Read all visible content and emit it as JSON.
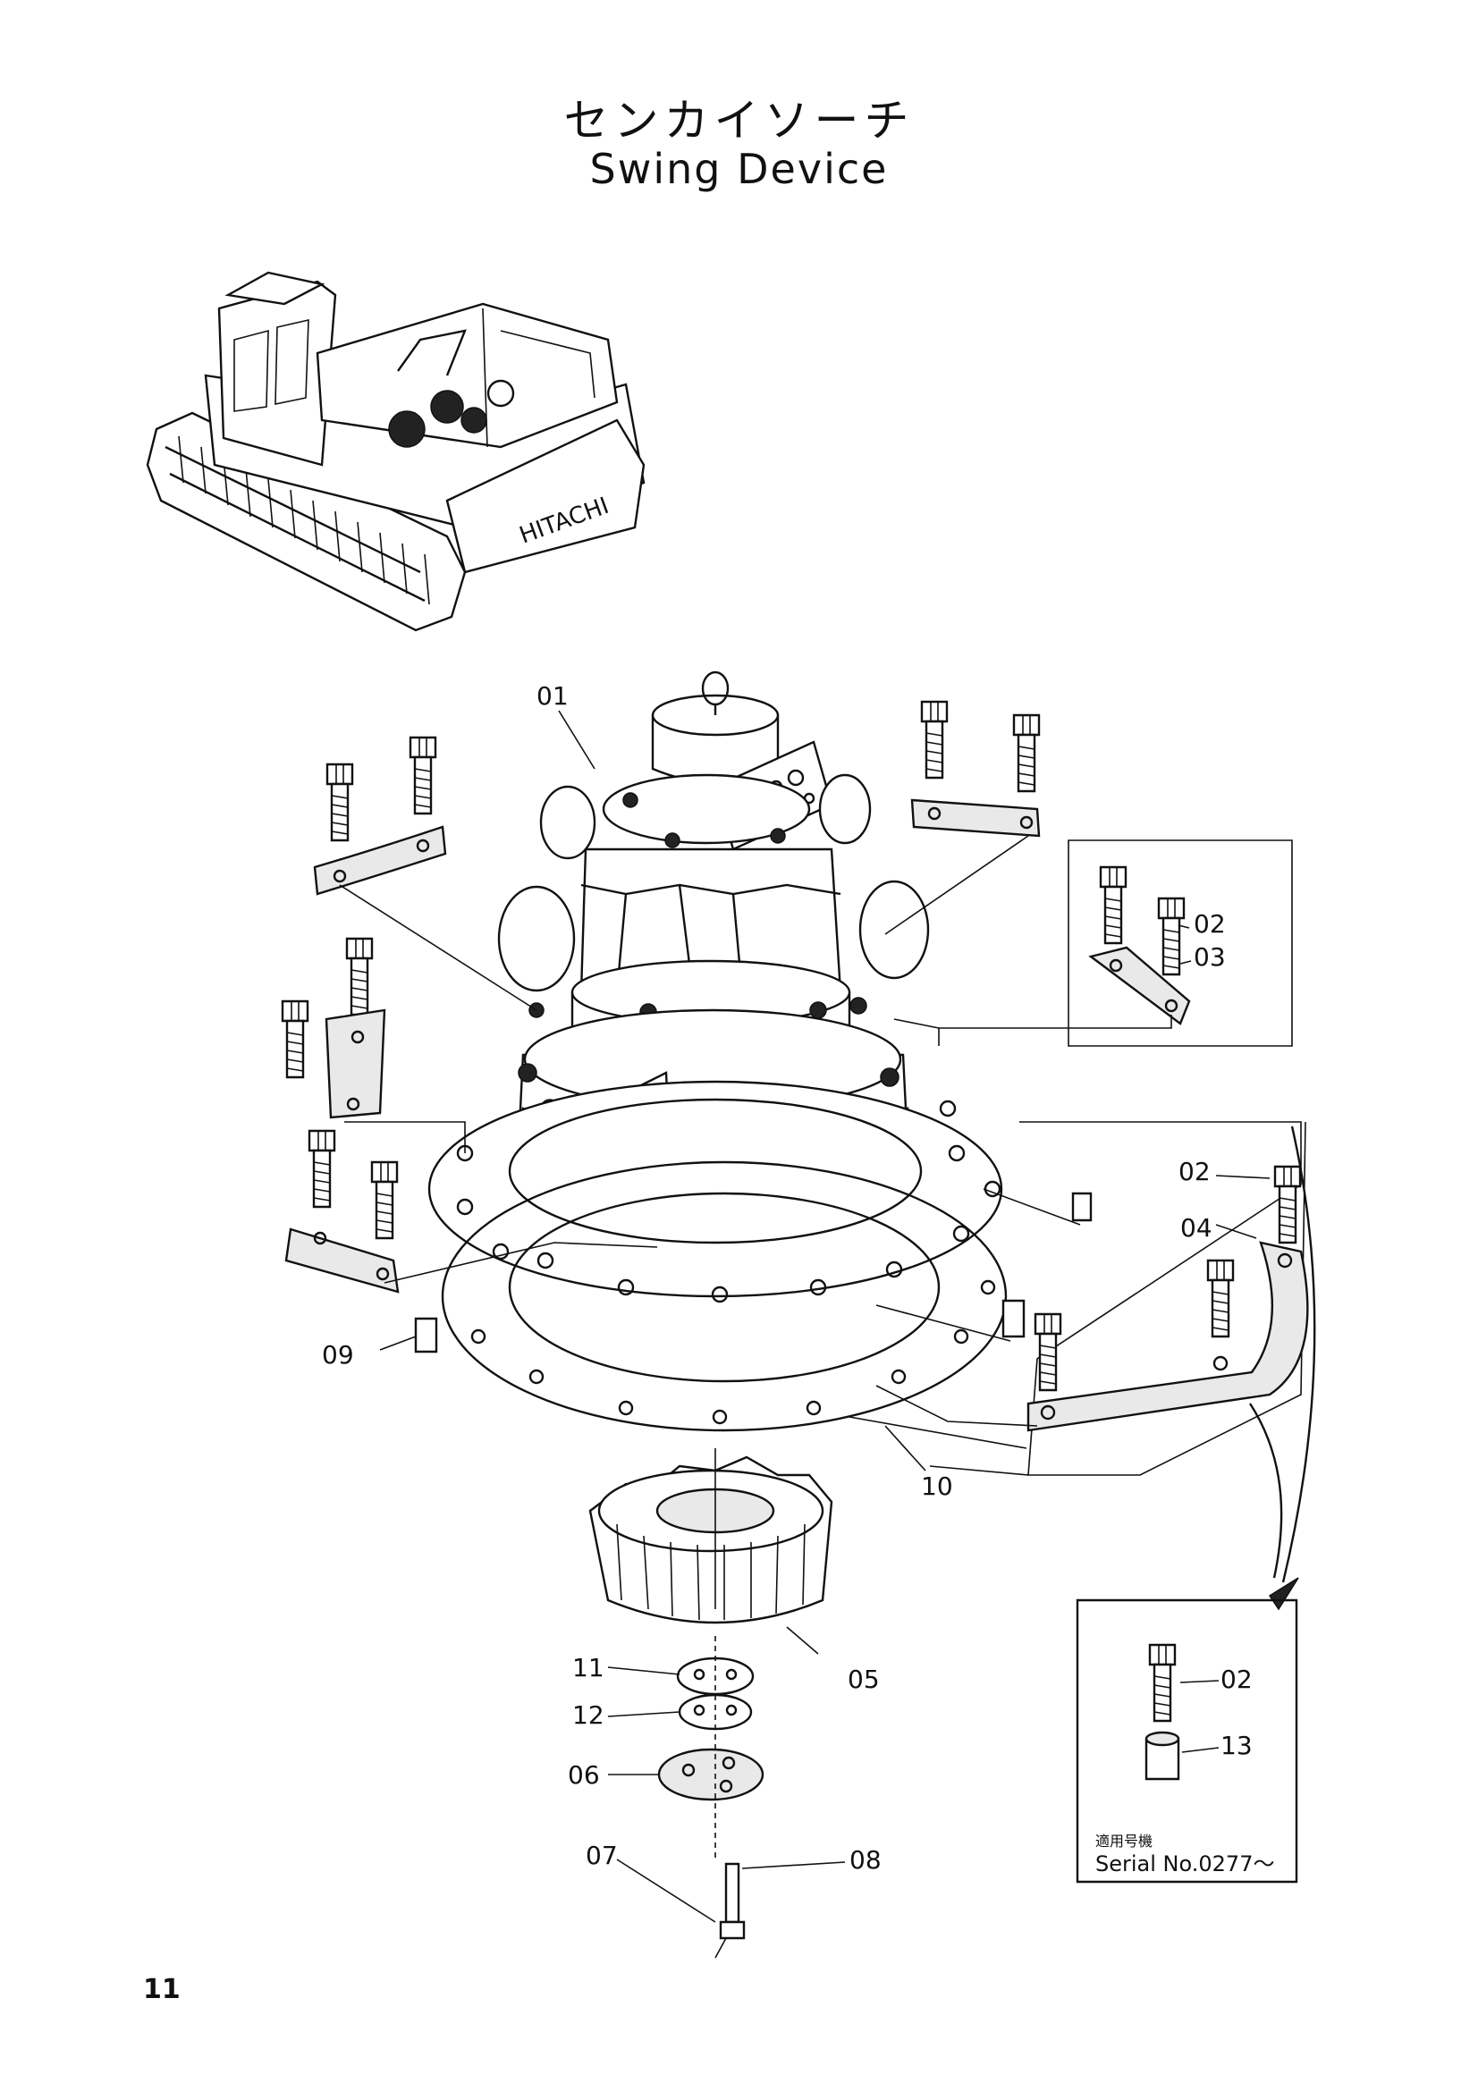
{
  "title_ja": "センカイソーチ",
  "title_en": "Swing Device",
  "page_number": "11",
  "machine_brand": "HITACHI",
  "callouts": {
    "c01": "01",
    "c02a": "02",
    "c03": "03",
    "c02b": "02",
    "c04": "04",
    "c09": "09",
    "c10": "10",
    "c05": "05",
    "c11": "11",
    "c12": "12",
    "c06": "06",
    "c07": "07",
    "c08": "08",
    "c02c": "02",
    "c13": "13"
  },
  "inset": {
    "serial_label_ja": "適用号機",
    "serial_text": "Serial No.0277～"
  }
}
